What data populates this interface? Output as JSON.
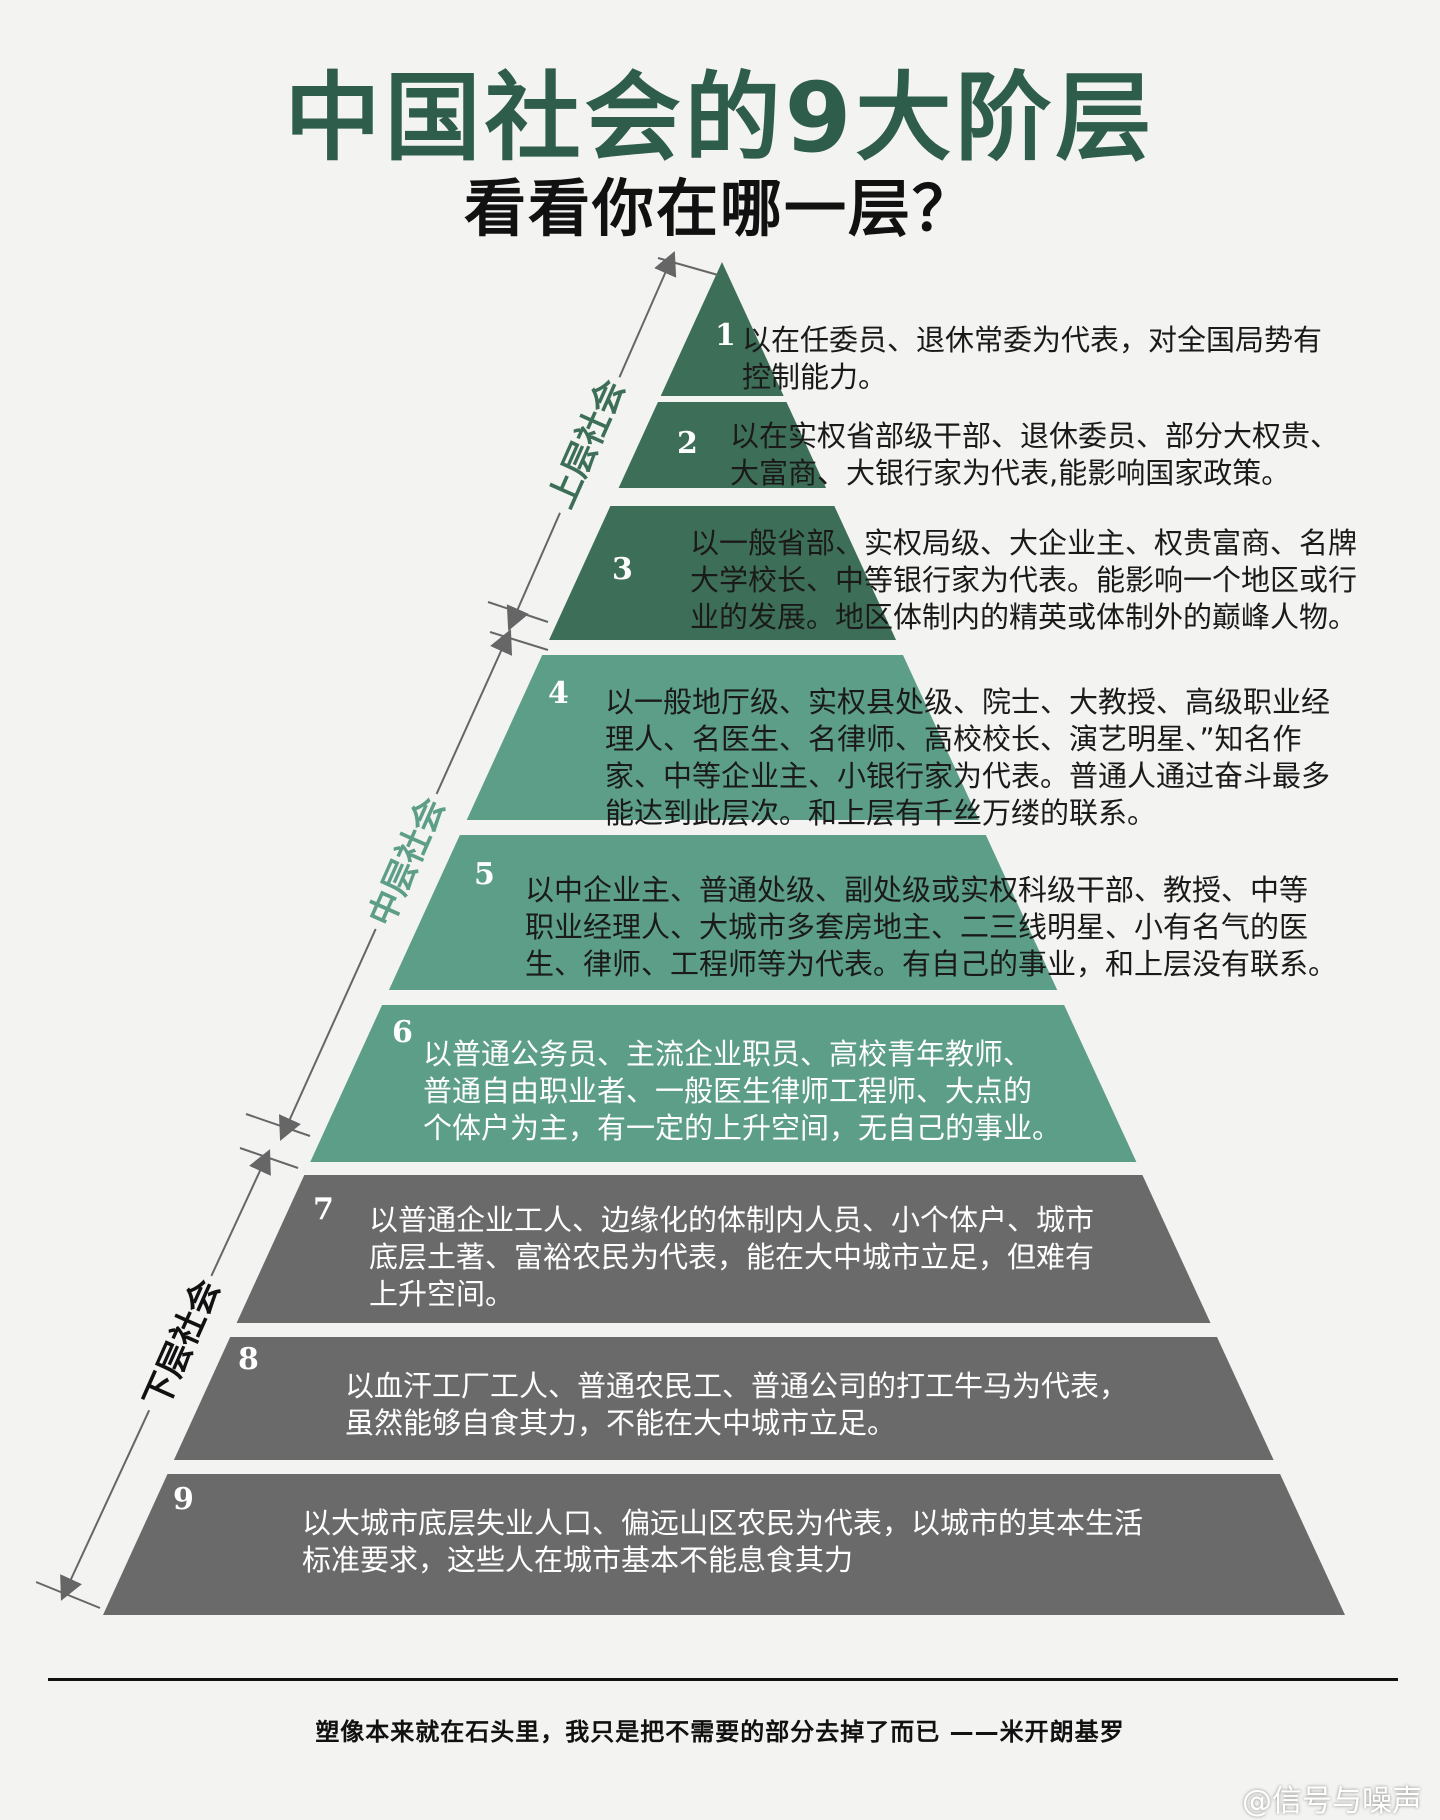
{
  "title": "中国社会的9大阶层",
  "subtitle": "看看你在哪一层？",
  "colors": {
    "upper": "#3d6f58",
    "middle": "#5c9e87",
    "lower": "#6a6a6a",
    "title": "#2e5d4b"
  },
  "bands": [
    {
      "label": "上层社会",
      "color": "#3d6f58"
    },
    {
      "label": "中层社会",
      "color": "#5c9e87"
    },
    {
      "label": "下层社会",
      "color": "#111111"
    }
  ],
  "tiers": [
    {
      "num": "1",
      "band": "upper",
      "lines": [
        "以在任委员、退休常委为代表，对全国局势有",
        "控制能力。"
      ]
    },
    {
      "num": "2",
      "band": "upper",
      "lines": [
        "以在实权省部级干部、退休委员、部分大权贵、",
        "大富商、大银行家为代表,能影响国家政策。"
      ]
    },
    {
      "num": "3",
      "band": "upper",
      "lines": [
        "以一般省部、实权局级、大企业主、权贵富商、名牌",
        "大学校长、中等银行家为代表。能影响一个地区或行",
        "业的发展。地区体制内的精英或体制外的巅峰人物。"
      ]
    },
    {
      "num": "4",
      "band": "middle",
      "lines": [
        "以一般地厅级、实权县处级、院士、大教授、高级职业经",
        "理人、名医生、名律师、高校校长、演艺明星、”知名作",
        "家、中等企业主、小银行家为代表。普通人通过奋斗最多",
        "能达到此层次。和上层有千丝万缕的联系。"
      ]
    },
    {
      "num": "5",
      "band": "middle",
      "lines": [
        "以中企业主、普通处级、副处级或实权科级干部、教授、中等",
        "职业经理人、大城市多套房地主、二三线明星、小有名气的医",
        "生、律师、工程师等为代表。有自己的事业，和上层没有联系。"
      ]
    },
    {
      "num": "6",
      "band": "middle",
      "lines": [
        "以普通公务员、主流企业职员、高校青年教师、",
        "普通自由职业者、一般医生律师工程师、大点的",
        "个体户为主，有一定的上升空间，无自己的事业。"
      ]
    },
    {
      "num": "7",
      "band": "lower",
      "lines": [
        "以普通企业工人、边缘化的体制内人员、小个体户、城市",
        "底层土著、富裕农民为代表，能在大中城市立足，但难有",
        "上升空间。"
      ]
    },
    {
      "num": "8",
      "band": "lower",
      "lines": [
        "以血汗工厂工人、普通农民工、普通公司的打工牛马为代表，",
        "虽然能够自食其力，不能在大中城市立足。"
      ]
    },
    {
      "num": "9",
      "band": "lower",
      "lines": [
        "以大城市底层失业人口、偏远山区农民为代表，以城市的其本生活",
        "标准要求，这些人在城市基本不能息食其力"
      ]
    }
  ],
  "quote": "塑像本来就在石头里，我只是把不需要的部分去掉了而已 ——米开朗基罗",
  "watermark": "@信号与噪声"
}
